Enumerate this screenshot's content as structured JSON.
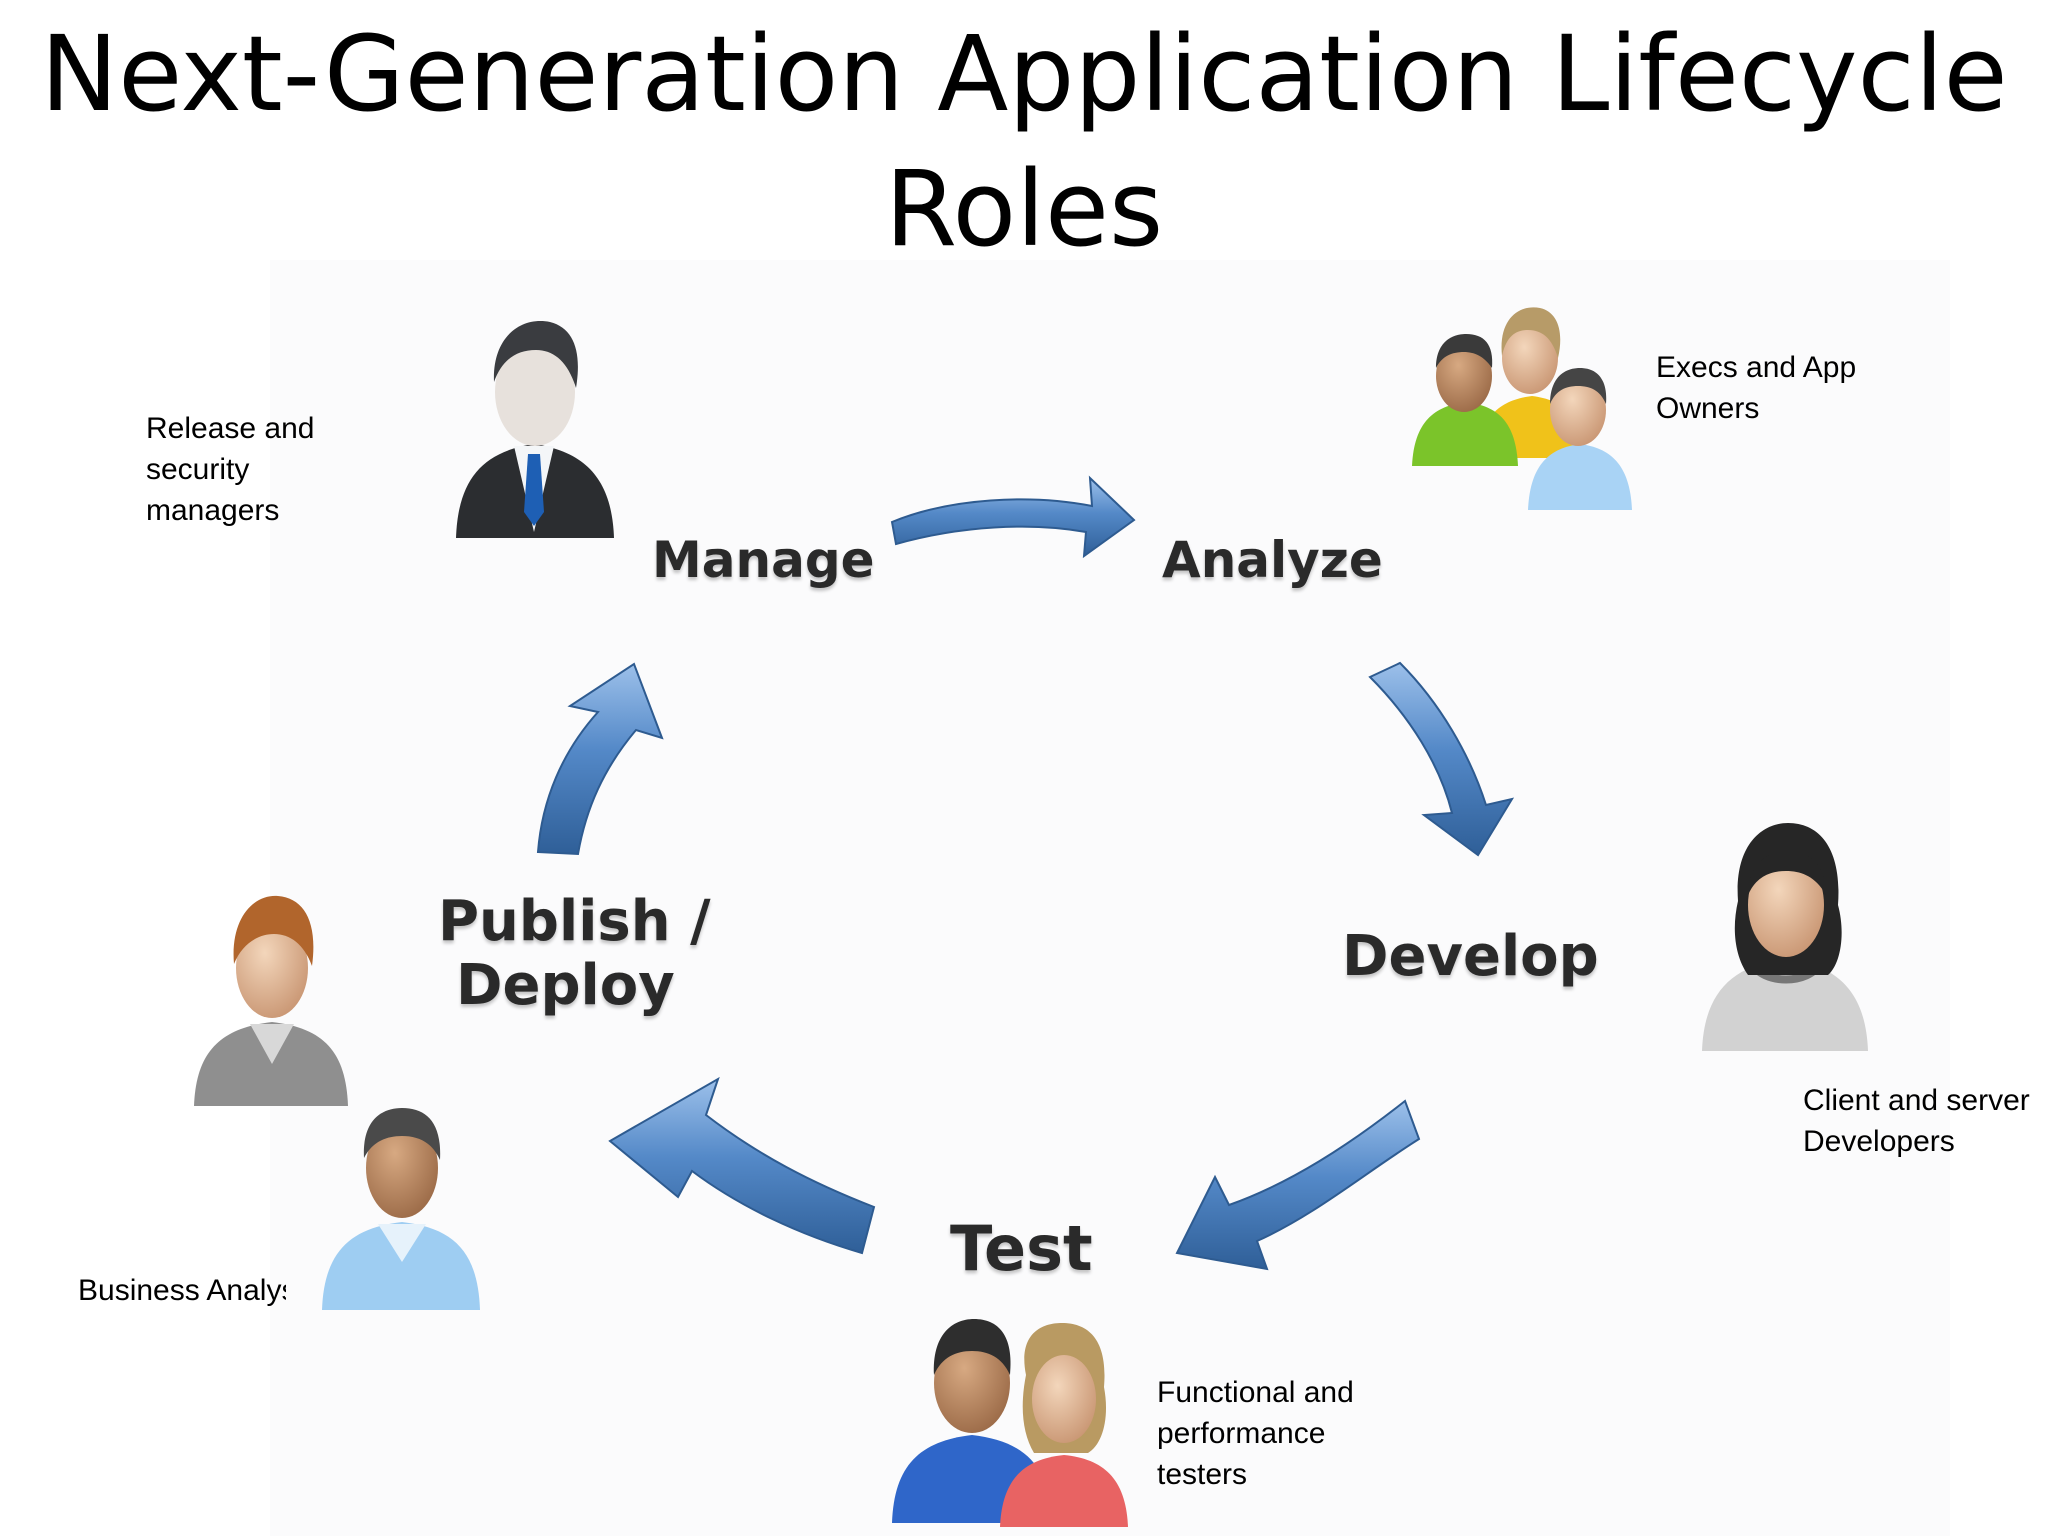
{
  "title": {
    "line1": "Next-Generation Application Lifecycle",
    "line2": "Roles"
  },
  "stages": {
    "manage": "Manage",
    "analyze": "Analyze",
    "develop": "Develop",
    "test": "Test",
    "publish_line1": "Publish /",
    "publish_line2": "Deploy"
  },
  "roles": {
    "release_security": [
      "Release and",
      "security",
      "managers"
    ],
    "execs_owners": [
      "Execs and App",
      "Owners"
    ],
    "developers": [
      "Client and server",
      "Developers"
    ],
    "testers": [
      "Functional and",
      "performance",
      "testers"
    ],
    "business_analysts": "Business Analys"
  },
  "colors": {
    "arrow_fill": "#4f81bd",
    "arrow_light": "#8fb4e3",
    "arrow_dark": "#2e5b90",
    "title": "#000000",
    "stage_text": "#2a2a2a"
  },
  "icons": {
    "manager": "businessman-icon",
    "execs": "group-three-users-icon",
    "developer": "woman-user-icon",
    "testers": "two-users-icon",
    "analysts": "two-users-icon"
  }
}
